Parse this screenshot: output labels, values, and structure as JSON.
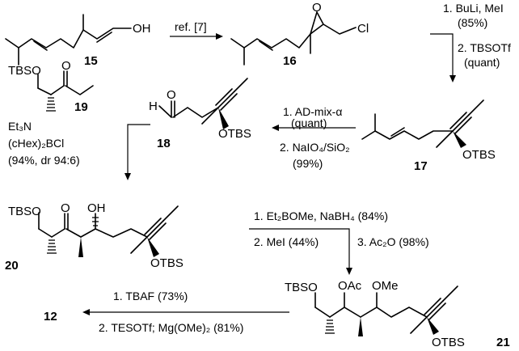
{
  "compounds": {
    "c15": "15",
    "c16": "16",
    "c17": "17",
    "c18": "18",
    "c19": "19",
    "c20": "20",
    "c21": "21",
    "c12": "12"
  },
  "atoms": {
    "oh": "OH",
    "cl": "Cl",
    "o": "O",
    "h": "H",
    "otbs": "OTBS",
    "tbso": "TBSO",
    "oac": "OAc",
    "ome": "OMe"
  },
  "reagents": {
    "r1": "ref. [7]",
    "r2_1": "1. BuLi, MeI",
    "r2_1b": "(85%)",
    "r2_2": "2. TBSOTf",
    "r2_2b": "(quant)",
    "r3_1": "1. AD-mix-α",
    "r3_1b": "(quant)",
    "r3_2": "2. NaIO₄/SiO₂",
    "r3_2b": "(99%)",
    "r4_1": "Et₃N",
    "r4_2": "(cHex)₂BCl",
    "r4_3": "(94%, dr 94:6)",
    "r5_1": "1. Et₂BOMe, NaBH₄ (84%)",
    "r5_2": "2. MeI (44%)",
    "r5_3": "3. Ac₂O (98%)",
    "r6_1": "1. TBAF (73%)",
    "r6_2": "2. TESOTf; Mg(OMe)₂ (81%)"
  }
}
